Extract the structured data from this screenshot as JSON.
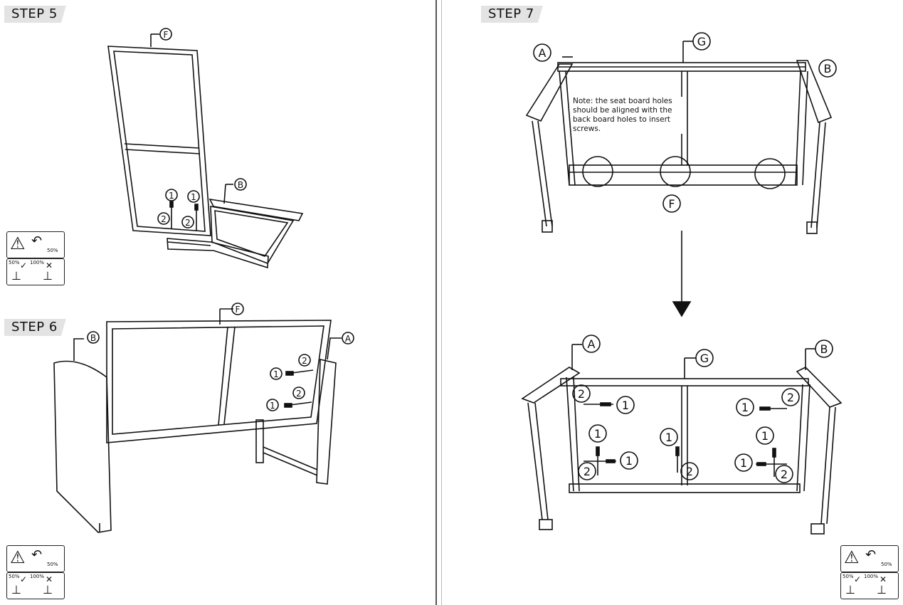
{
  "steps": {
    "step5": "STEP 5",
    "step6": "STEP 6",
    "step7": "STEP 7"
  },
  "parts": {
    "A": "A",
    "B": "B",
    "F": "F",
    "G": "G"
  },
  "screw_markers": {
    "one": "1",
    "two": "2"
  },
  "note": "Note: the seat board holes should be aligned with the back board holes to insert screws.",
  "warning_icon": {
    "icon": "warning-torque-icon",
    "torque_label": "50%",
    "good_label": "50%",
    "bad_label": "100%"
  },
  "colors": {
    "line": "#111111",
    "tag_bg": "#e3e3e3",
    "divider": "#555555"
  }
}
